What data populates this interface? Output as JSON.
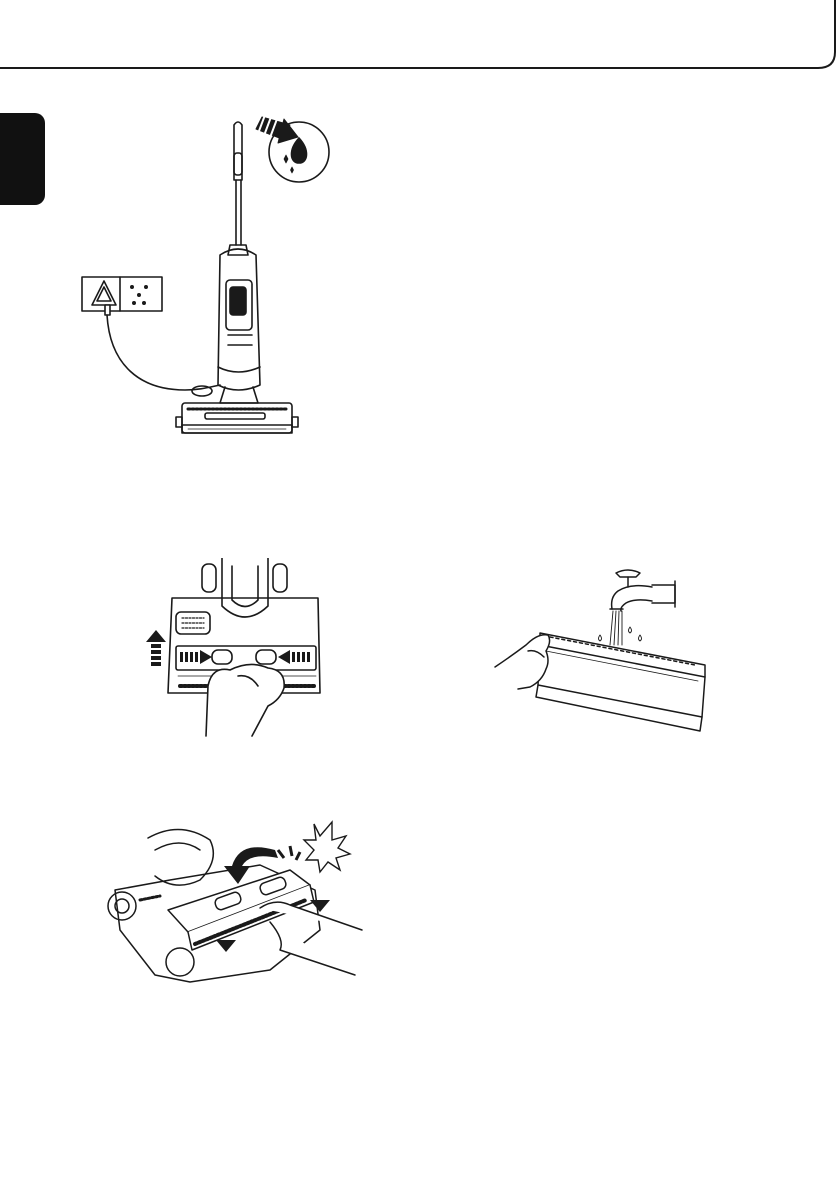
{
  "page": {
    "background": "#ffffff",
    "line_color": "#1a1a1a",
    "tab_color": "#111111"
  },
  "figures": [
    {
      "name": "vacuum-charging-illustration",
      "icons": [
        "wall-socket-icon",
        "plug-icon",
        "indicator-drop-icon",
        "arrow-icon"
      ]
    },
    {
      "name": "brush-roller-release-illustration",
      "icons": [
        "arrow-up-icon",
        "arrow-right-icon",
        "arrow-left-icon",
        "hand-icon"
      ]
    },
    {
      "name": "roller-cover-rinse-illustration",
      "icons": [
        "water-tap-icon",
        "water-drops-icon",
        "hand-icon"
      ]
    },
    {
      "name": "roller-cover-reinstall-illustration",
      "icons": [
        "curved-arrow-icon",
        "click-burst-icon",
        "arrow-down-icon",
        "hand-icon"
      ]
    }
  ]
}
